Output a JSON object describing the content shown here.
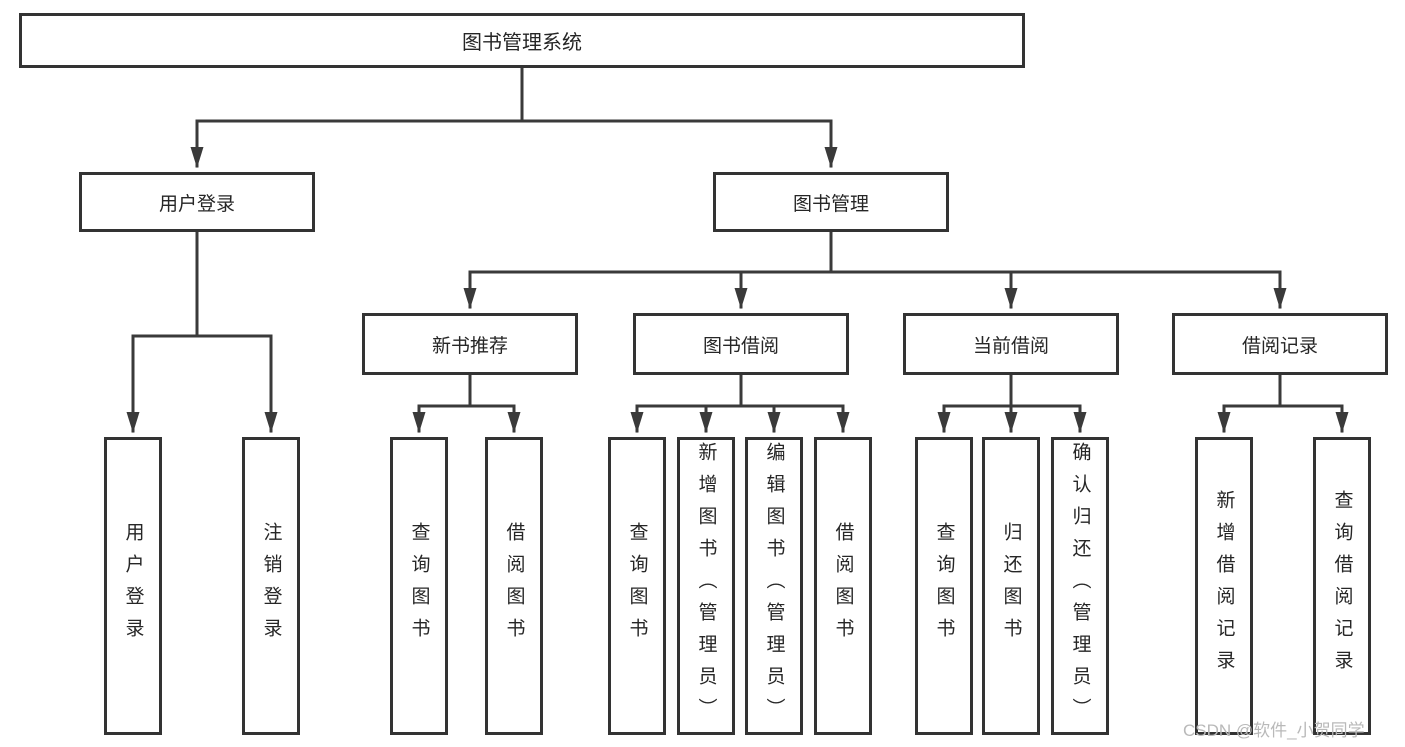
{
  "diagram": {
    "title_node": {
      "label": "图书管理系统"
    },
    "branches": [
      {
        "label": "用户登录",
        "children": [
          {
            "label": "用户登录"
          },
          {
            "label": "注销登录"
          }
        ]
      },
      {
        "label": "图书管理",
        "children": [
          {
            "label": "新书推荐",
            "children": [
              {
                "label": "查询图书"
              },
              {
                "label": "借阅图书"
              }
            ]
          },
          {
            "label": "图书借阅",
            "children": [
              {
                "label": "查询图书"
              },
              {
                "label": "新增图书（管理员）"
              },
              {
                "label": "编辑图书（管理员）"
              },
              {
                "label": "借阅图书"
              }
            ]
          },
          {
            "label": "当前借阅",
            "children": [
              {
                "label": "查询图书"
              },
              {
                "label": "归还图书"
              },
              {
                "label": "确认归还（管理员）"
              }
            ]
          },
          {
            "label": "借阅记录",
            "children": [
              {
                "label": "新增借阅记录"
              },
              {
                "label": "查询借阅记录"
              }
            ]
          }
        ]
      }
    ],
    "watermark": "CSDN @软件_小贺同学",
    "colors": {
      "background": "#ffffff",
      "line": "#3a3a3a",
      "box_border": "#333333",
      "text": "#262626",
      "watermark": "#b9b9b9"
    }
  }
}
